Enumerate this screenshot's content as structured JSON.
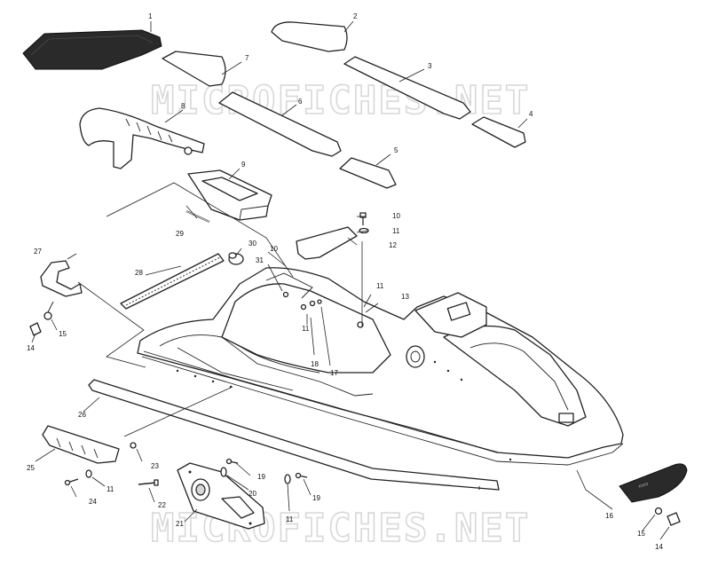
{
  "watermark": {
    "text": "MICROFICHES.NET"
  },
  "callouts": {
    "c1": "1",
    "c2": "2",
    "c3": "3",
    "c4": "4",
    "c5": "5",
    "c6": "6",
    "c7": "7",
    "c8": "8",
    "c9": "9",
    "c10a": "10",
    "c10b": "10",
    "c11a": "11",
    "c11b": "11",
    "c11c": "11",
    "c11d": "11",
    "c11e": "11",
    "c12": "12",
    "c13": "13",
    "c14a": "14",
    "c14b": "14",
    "c15a": "15",
    "c15b": "15",
    "c16": "16",
    "c17": "17",
    "c18": "18",
    "c19a": "19",
    "c19b": "19",
    "c20": "20",
    "c21": "21",
    "c22": "22",
    "c23": "23",
    "c24": "24",
    "c25": "25",
    "c26": "26",
    "c27": "27",
    "c28": "28",
    "c29": "29",
    "c30": "30",
    "c31": "31"
  },
  "icons": {
    "brand_plate": "rub-rail-logo"
  }
}
